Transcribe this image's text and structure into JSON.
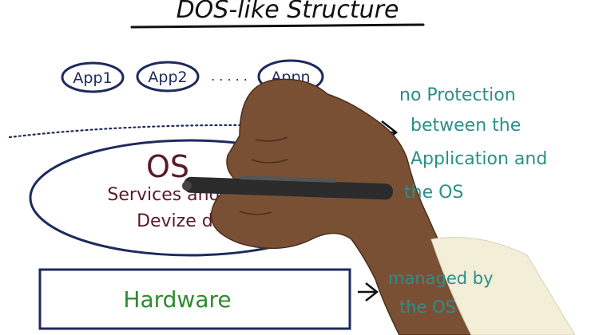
{
  "diagram": {
    "title": "DOS-like Structure",
    "apps": [
      "App1",
      "App2",
      "Appn"
    ],
    "app_ellipsis": ". . . . .",
    "os": {
      "title": "OS",
      "line1": "Services and",
      "line2": "Devize drivers"
    },
    "hardware_label": "Hardware",
    "note_protection": [
      "no Protection",
      "between the",
      "Application and",
      "the OS"
    ],
    "note_managed": [
      "managed by",
      "the OS"
    ]
  },
  "colors": {
    "ink_navy": "#1d2a5c",
    "ink_teal": "#2a8f8a",
    "ink_maroon": "#5a1a26",
    "ink_green": "#2e8b2e",
    "ink_black": "#111111"
  }
}
